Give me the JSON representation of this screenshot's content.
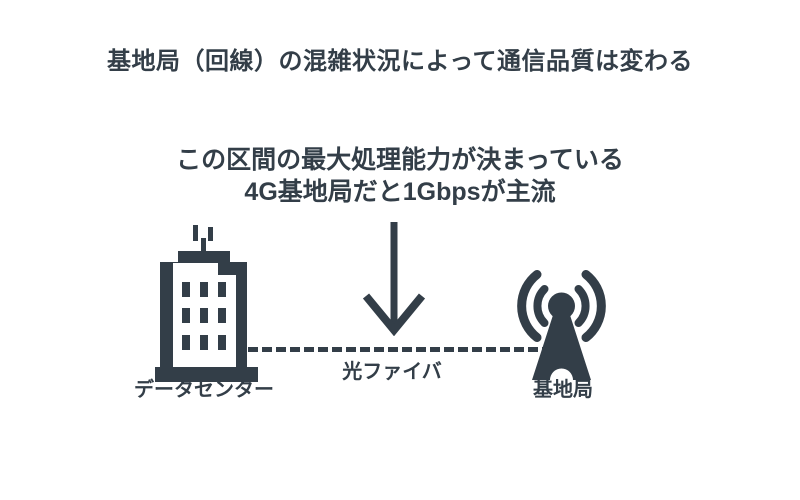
{
  "title": "基地局（回線）の混雑状況によって通信品質は変わる",
  "annotation": {
    "line1": "この区間の最大処理能力が決まっている",
    "line2": "4G基地局だと1Gbpsが主流"
  },
  "diagram": {
    "datacenter": {
      "label": "データセンター",
      "icon": "office-building-icon"
    },
    "fiber_link": {
      "label": "光ファイバ",
      "icon": "dashed-line"
    },
    "base_station": {
      "label": "基地局",
      "icon": "antenna-tower-icon"
    },
    "pointer": {
      "icon": "down-arrow-icon"
    }
  },
  "colors": {
    "ink": "#333e48",
    "background": "#ffffff"
  }
}
